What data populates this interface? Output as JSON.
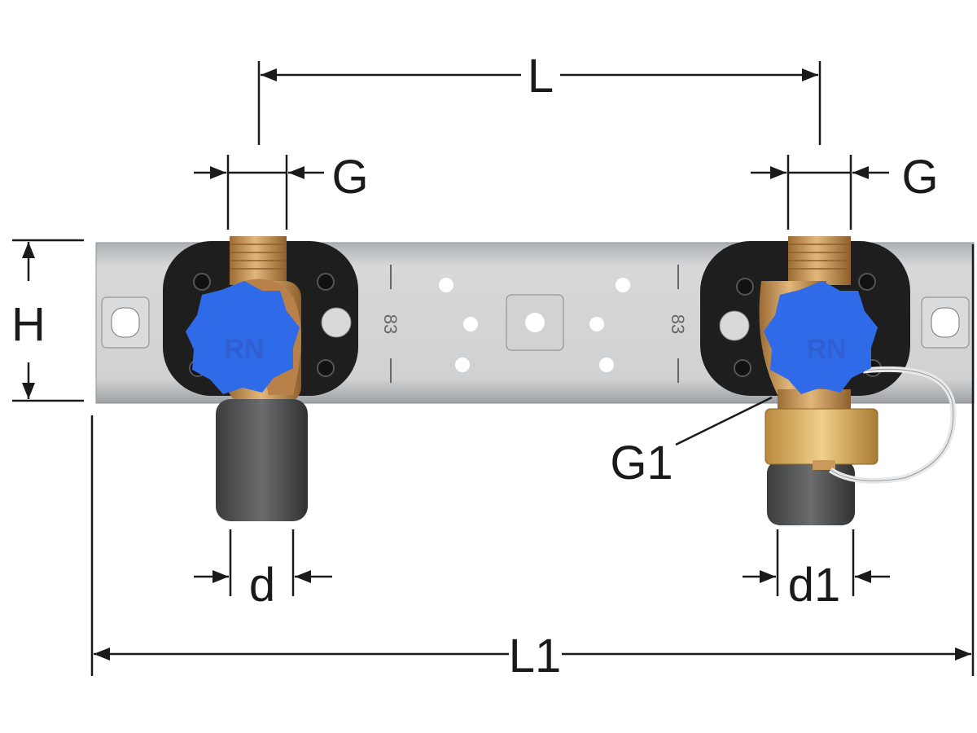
{
  "labels": {
    "L": "L",
    "G_left": "G",
    "G_right": "G",
    "H": "H",
    "G1": "G1",
    "d": "d",
    "d1": "d1",
    "L1": "L1"
  },
  "markings": {
    "bracket_left": "83",
    "bracket_right": "83",
    "knob_logo_left": "RN",
    "knob_logo_right": "RN"
  },
  "colors": {
    "bracket": "#c9cbcd",
    "knob": "#2f6be8",
    "brass": "#c99a5a",
    "plate": "#1e1e1e",
    "coupling": "#4a4c4e"
  }
}
